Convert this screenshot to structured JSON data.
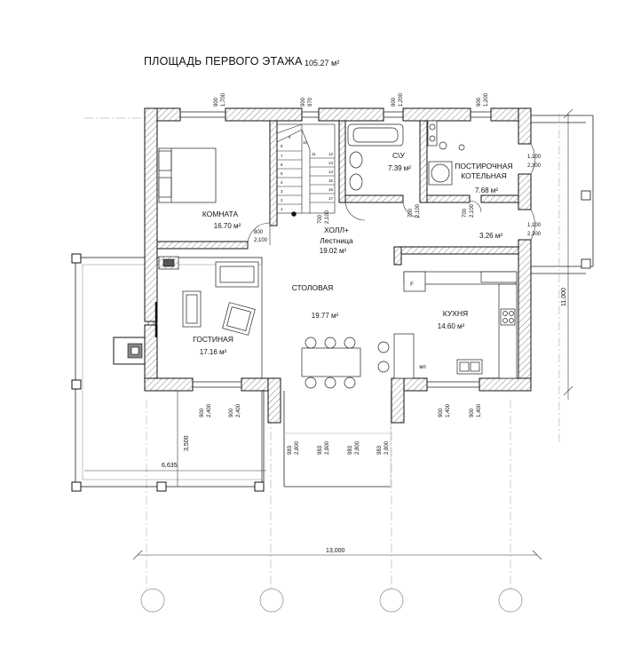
{
  "header": {
    "title": "ПЛОЩАДЬ ПЕРВОГО ЭТАЖА",
    "total_area": "105.27 м²"
  },
  "rooms": [
    {
      "name": "КОМНАТА",
      "area": "16.70 м²"
    },
    {
      "name": "ХОЛЛ+",
      "name2": "Лестница",
      "area": "19.02 м²"
    },
    {
      "name": "С\\У",
      "area": "7.39 м²"
    },
    {
      "name": "ПОСТИРОЧНАЯ",
      "name2": "КОТЕЛЬНАЯ",
      "area": "7.68 м²"
    },
    {
      "name": "",
      "area": "3.26 м²"
    },
    {
      "name": "СТОЛОВАЯ",
      "area": "19.77 м²"
    },
    {
      "name": "КУХНЯ",
      "area": "14.60 м²"
    },
    {
      "name": "ГОСТИНАЯ",
      "area": "17.16 м²"
    }
  ],
  "appliances": {
    "fridge": "F",
    "microwave": "мп"
  },
  "stairs": {
    "steps": [
      "1",
      "2",
      "3",
      "4",
      "5",
      "6",
      "7",
      "8",
      "9",
      "10",
      "11",
      "12",
      "13",
      "14",
      "15",
      "16",
      "17"
    ]
  },
  "window_dims": [
    {
      "w": "900",
      "h": "1,700"
    },
    {
      "w": "900",
      "h": "970"
    },
    {
      "w": "900",
      "h": "1,200"
    },
    {
      "w": "900",
      "h": "1,200"
    }
  ],
  "door_dims": [
    {
      "w": "800",
      "h": "2,100"
    },
    {
      "w": "700",
      "h": "2,100"
    },
    {
      "w": "700",
      "h": "2,100"
    },
    {
      "w": "700",
      "h": "2,100"
    },
    {
      "w": "1,100",
      "h": "2,300"
    },
    {
      "w": "1,100",
      "h": "2,300"
    }
  ],
  "bottom_dims": [
    {
      "w": "900",
      "h": "2,400"
    },
    {
      "w": "900",
      "h": "2,400"
    },
    {
      "w": "900",
      "h": "1,400"
    },
    {
      "w": "900",
      "h": "1,400"
    }
  ],
  "terrace_dims": [
    {
      "w": "983",
      "h": "2,800"
    },
    {
      "w": "983",
      "h": "2,800"
    },
    {
      "w": "983",
      "h": "2,800"
    },
    {
      "w": "983",
      "h": "2,800"
    }
  ],
  "overall": {
    "width": "13,000",
    "depth": "11,000",
    "terrace_width": "6,635",
    "terrace_depth": "3,500"
  }
}
